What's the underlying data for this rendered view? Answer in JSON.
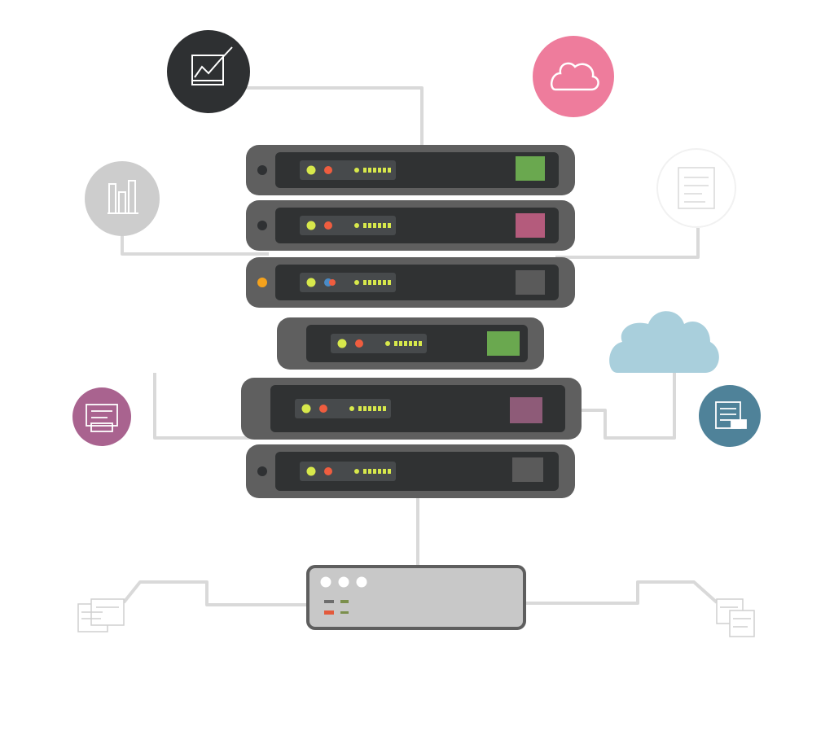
{
  "colors": {
    "background": "#ffffff",
    "connector": "#d7d7d7",
    "rack_shell": "#5f5f5f",
    "rack_face": "#303233",
    "status_panel": "#474a4c",
    "led_yellow": "#d7e84b",
    "led_red": "#ef5d3f",
    "led_orange": "#f5a21c",
    "led_blue": "#4a8bc6",
    "switch_body": "#c9c9c9",
    "switch_border": "#5e5e5e"
  },
  "nodes": [
    {
      "id": "analytics",
      "icon": "line-chart-icon",
      "color": "#2e3032"
    },
    {
      "id": "cloud-pink",
      "icon": "cloud-outline-icon",
      "color": "#ee7c9c"
    },
    {
      "id": "bar-stats",
      "icon": "bar-chart-icon",
      "color": "#c9c9c9"
    },
    {
      "id": "document-sheet",
      "icon": "document-icon",
      "color": "#ffffff"
    },
    {
      "id": "cloud-blue",
      "icon": "cloud-icon",
      "color": "#a8cfdd"
    },
    {
      "id": "printer",
      "icon": "printer-icon",
      "color": "#a9638f"
    },
    {
      "id": "storage-doc",
      "icon": "document-lock-icon",
      "color": "#4f8299"
    },
    {
      "id": "monitor-left",
      "icon": "monitor-icon",
      "color": "#cfcfcf"
    },
    {
      "id": "monitor-right",
      "icon": "monitor-icon",
      "color": "#cfcfcf"
    }
  ],
  "racks": [
    {
      "port_color": "#6aa84f",
      "power_led": "#2f3133"
    },
    {
      "port_color": "#b45b7c",
      "power_led": "#2f3133"
    },
    {
      "port_color": "#5a5a5a",
      "power_led": "#f5a21c"
    },
    {
      "port_color": "#6aa84f",
      "power_led": "none"
    },
    {
      "port_color": "#8e5b78",
      "power_led": "none"
    },
    {
      "port_color": "#5a5a5a",
      "power_led": "#2f3133"
    }
  ]
}
